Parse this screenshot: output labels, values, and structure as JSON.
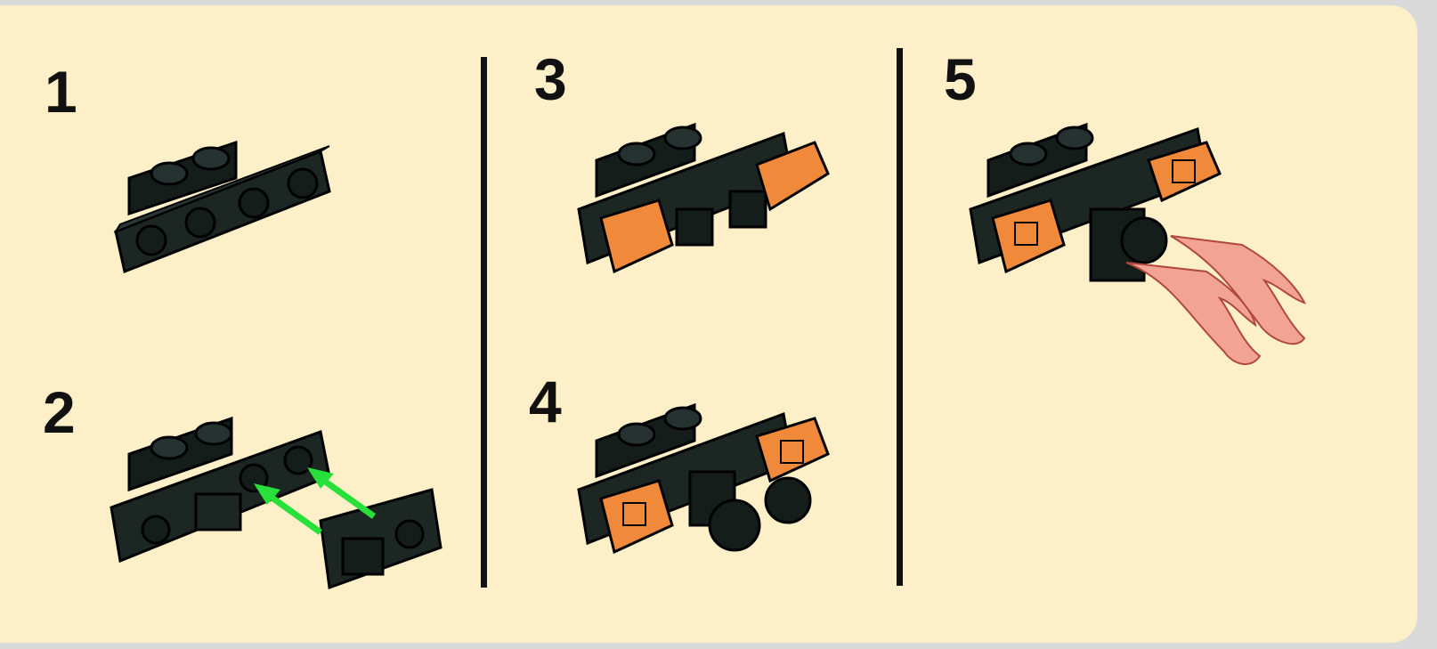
{
  "steps": [
    {
      "number": "1"
    },
    {
      "number": "2"
    },
    {
      "number": "3"
    },
    {
      "number": "4"
    },
    {
      "number": "5"
    }
  ],
  "colors": {
    "background": "#fdf0c8",
    "brick_black": "#1c2623",
    "brick_orange": "#f08a3a",
    "flame_pink": "#f3a394",
    "arrow_green": "#28e03a",
    "divider": "#111111"
  }
}
